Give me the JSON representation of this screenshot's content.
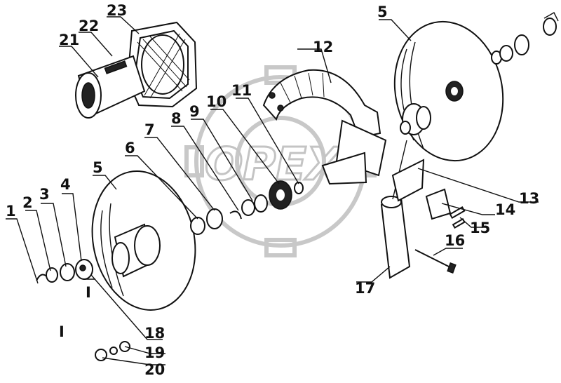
{
  "watermark": "OPEX",
  "labels": [
    {
      "id": "1",
      "text": "1"
    },
    {
      "id": "2",
      "text": "2"
    },
    {
      "id": "3",
      "text": "3"
    },
    {
      "id": "4",
      "text": "4"
    },
    {
      "id": "5a",
      "text": "5"
    },
    {
      "id": "5b",
      "text": "5"
    },
    {
      "id": "6",
      "text": "6"
    },
    {
      "id": "7",
      "text": "7"
    },
    {
      "id": "8",
      "text": "8"
    },
    {
      "id": "9",
      "text": "9"
    },
    {
      "id": "10",
      "text": "10"
    },
    {
      "id": "11",
      "text": "11"
    },
    {
      "id": "12",
      "text": "12"
    },
    {
      "id": "13",
      "text": "13"
    },
    {
      "id": "14",
      "text": "14"
    },
    {
      "id": "15",
      "text": "15"
    },
    {
      "id": "16",
      "text": "16"
    },
    {
      "id": "17",
      "text": "17"
    },
    {
      "id": "18",
      "text": "18"
    },
    {
      "id": "19",
      "text": "19"
    },
    {
      "id": "20",
      "text": "20"
    },
    {
      "id": "21",
      "text": "21"
    },
    {
      "id": "22",
      "text": "22"
    },
    {
      "id": "23",
      "text": "23"
    },
    {
      "id": "I1",
      "text": "I"
    },
    {
      "id": "I2",
      "text": "I"
    }
  ]
}
